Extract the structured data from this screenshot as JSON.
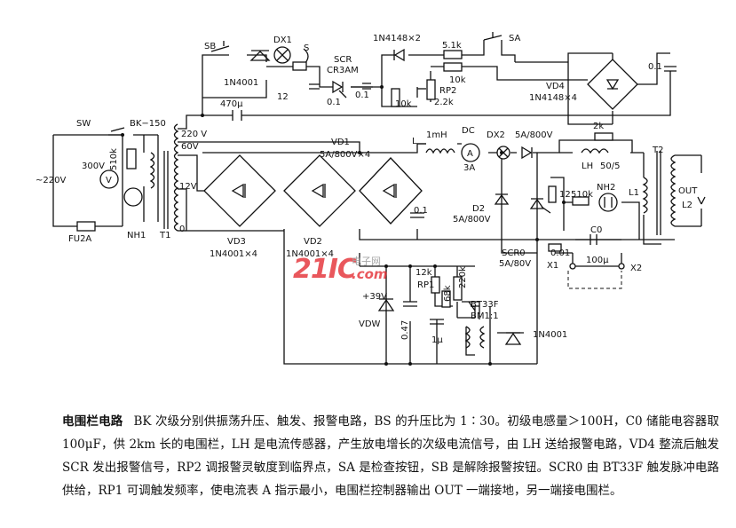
{
  "labels": {
    "sb": "SB",
    "dx1": "DX1",
    "s": "S",
    "scr": "SCR",
    "cr3am": "CR3AM",
    "d1n4148x2": "1N4148×2",
    "r51k": "5.1k",
    "sa": "SA",
    "r10k_top": "10k",
    "c01_right": "0.1",
    "in4001_left": "1N4001",
    "twelve": "12",
    "c01_scr": "0.1",
    "c01_small": "0.1",
    "r10k_low": "10k",
    "rp2": "RP2",
    "r22k": "2.2k",
    "vd4": "VD4",
    "vd4_part": "1N4148×4",
    "c470": "470μ",
    "sw": "SW",
    "bk150": "BK−150",
    "v220in": "~220V",
    "v300": "300V",
    "vmeter": "V",
    "r510k_left": "510k",
    "fu2a": "FU2A",
    "nh1": "NH1",
    "tap220": "220 V",
    "tap60": "60V",
    "tap12": "12V",
    "tap0": "0",
    "t1": "T1",
    "vd1": "VD1",
    "vd1_part": "5A/800V×4",
    "l_label": "L",
    "l_val": "1mH",
    "dc": "DC",
    "a_meter": "A",
    "a3": "3A",
    "dx2": "DX2",
    "d5a": "5A/800V",
    "r2k": "2k",
    "lh": "LH",
    "lh_ratio": "50/5",
    "t2": "T2",
    "l1": "L1",
    "out": "OUT",
    "l2": "L2",
    "c01_mid": "0.1",
    "d2": "D2",
    "d2_part": "5A/800V",
    "twelve2": "12",
    "r510k_right": "510k",
    "nh2": "NH2",
    "c0": "C0",
    "c100u": "100μ",
    "r001": "0.01",
    "x1": "X1",
    "x2": "X2",
    "scr0": "SCR0",
    "scr0_part": "5A/80V",
    "vd3": "VD3",
    "vd3_part": "1N4001×4",
    "vd2": "VD2",
    "vd2_part": "1N4001×4",
    "r12k": "12k",
    "rp1": "RP1",
    "r220k": "220k",
    "r68k": "68k",
    "v39": "+39V",
    "vdw": "VDW",
    "c047": "0.47",
    "bt33f": "BT33F",
    "bm11": "BM1:1",
    "c1u": "1μ",
    "in4001_bottom": "1N4001"
  },
  "watermark": {
    "num": "21IC",
    "cn": "电子网",
    "com": ".com"
  },
  "caption": {
    "title": "电围栏电路",
    "body": "BK 次级分别供振荡升压、触发、报警电路，BS 的升压比为 1∶30。初级电感量＞100H，C0 储能电容器取 100μF，供 2km 长的电围栏，LH 是电流传感器，产生放电增长的次级电流信号，由 LH 送给报警电路，VD4 整流后触发 SCR 发出报警信号，RP2 调报警灵敏度到临界点，SA 是检查按钮，SB 是解除报警按钮。SCR0 由 BT33F 触发脉冲电路供给，RP1 可调触发频率，使电流表 A 指示最小，电围栏控制器输出 OUT 一端接地，另一端接电围栏。"
  }
}
